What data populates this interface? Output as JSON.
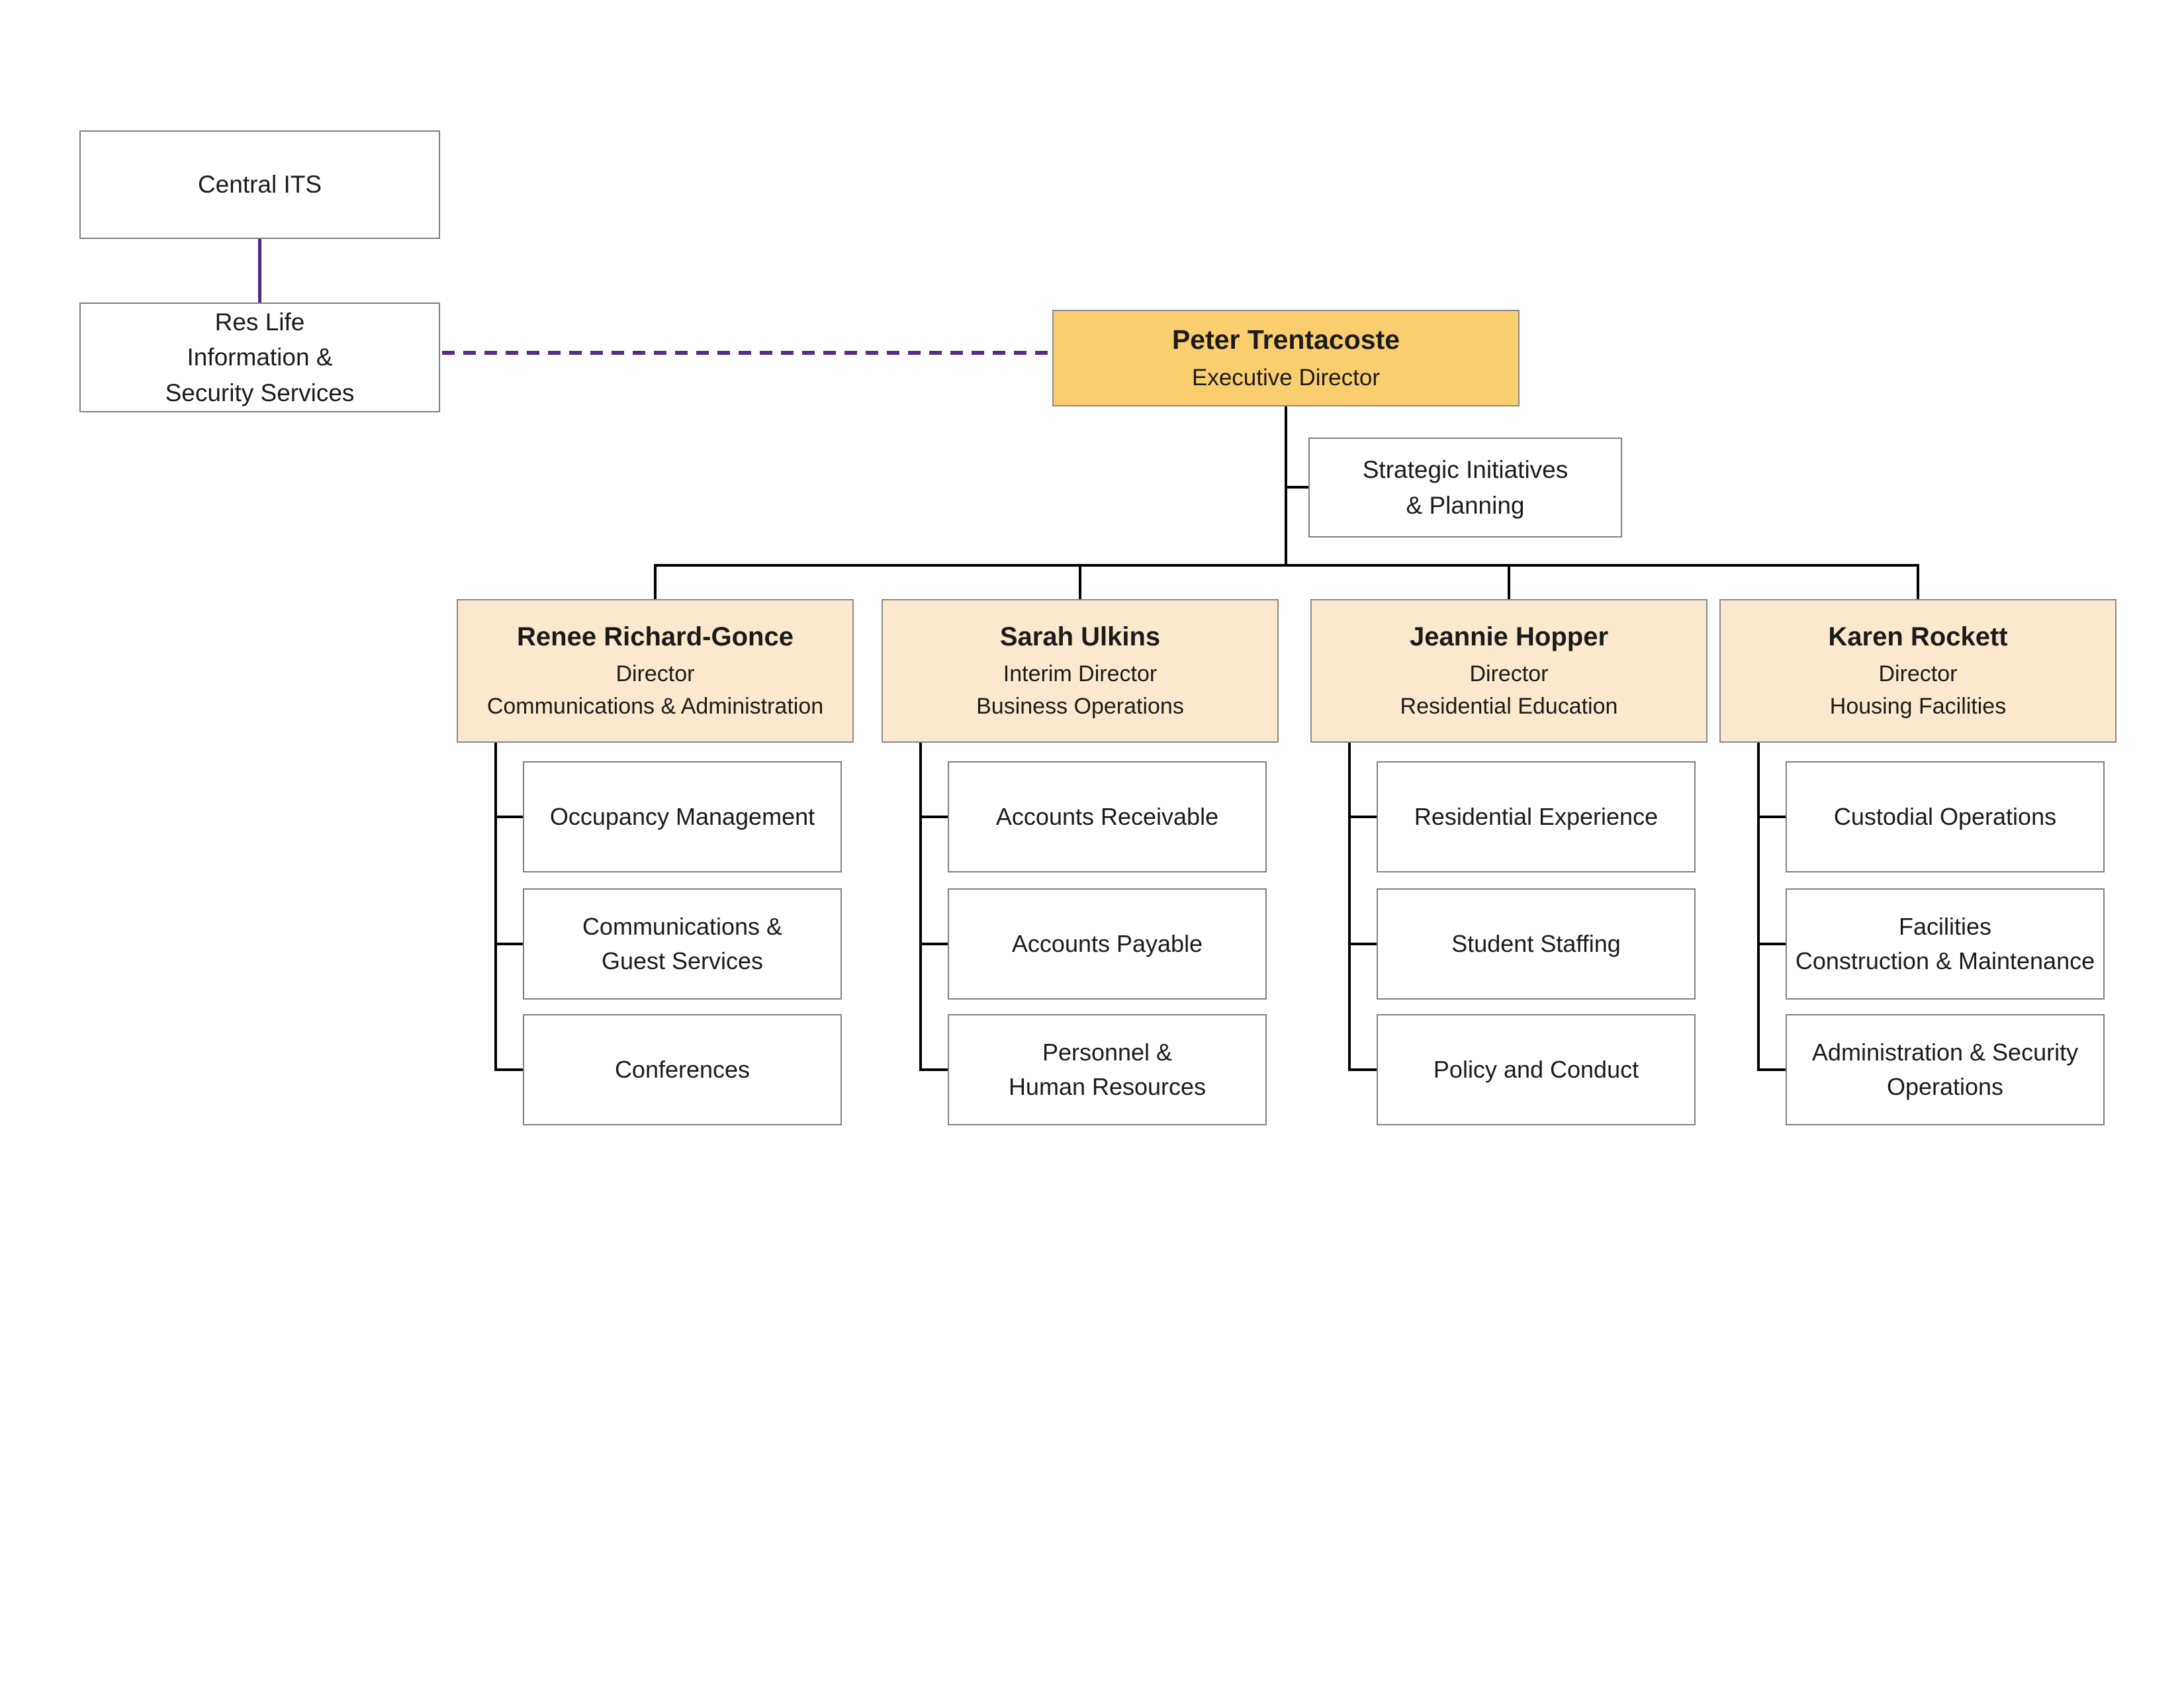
{
  "chart_meta": {
    "type": "org-chart",
    "background": "#ffffff",
    "colors": {
      "executive_fill": "#FACD6F",
      "director_fill": "#FAE9CC",
      "box_border": "#808080",
      "connector_black": "#000000",
      "connector_purple_solid": "#4C2A80",
      "connector_purple_dashed": "#562D87",
      "text": "#1b1b1b"
    }
  },
  "central_its": {
    "label": "Central ITS"
  },
  "res_life": {
    "lines": [
      "Res Life",
      "Information &",
      "Security Services"
    ]
  },
  "executive": {
    "name": "Peter Trentacoste",
    "title": "Executive Director"
  },
  "strategic": {
    "lines": [
      "Strategic Initiatives",
      "& Planning"
    ]
  },
  "directors": [
    {
      "name": "Renee Richard-Gonce",
      "title": "Director",
      "dept": "Communications & Administration",
      "reports": [
        {
          "lines": [
            "Occupancy Management"
          ]
        },
        {
          "lines": [
            "Communications &",
            "Guest Services"
          ]
        },
        {
          "lines": [
            "Conferences"
          ]
        }
      ]
    },
    {
      "name": "Sarah Ulkins",
      "title": "Interim Director",
      "dept": "Business Operations",
      "reports": [
        {
          "lines": [
            "Accounts Receivable"
          ]
        },
        {
          "lines": [
            "Accounts Payable"
          ]
        },
        {
          "lines": [
            "Personnel &",
            "Human Resources"
          ]
        }
      ]
    },
    {
      "name": "Jeannie Hopper",
      "title": "Director",
      "dept": "Residential Education",
      "reports": [
        {
          "lines": [
            "Residential Experience"
          ]
        },
        {
          "lines": [
            "Student Staffing"
          ]
        },
        {
          "lines": [
            "Policy and Conduct"
          ]
        }
      ]
    },
    {
      "name": "Karen Rockett",
      "title": "Director",
      "dept": "Housing Facilities",
      "reports": [
        {
          "lines": [
            "Custodial Operations"
          ]
        },
        {
          "lines": [
            "Facilities",
            "Construction & Maintenance"
          ]
        },
        {
          "lines": [
            "Administration & Security",
            "Operations"
          ]
        }
      ]
    }
  ]
}
